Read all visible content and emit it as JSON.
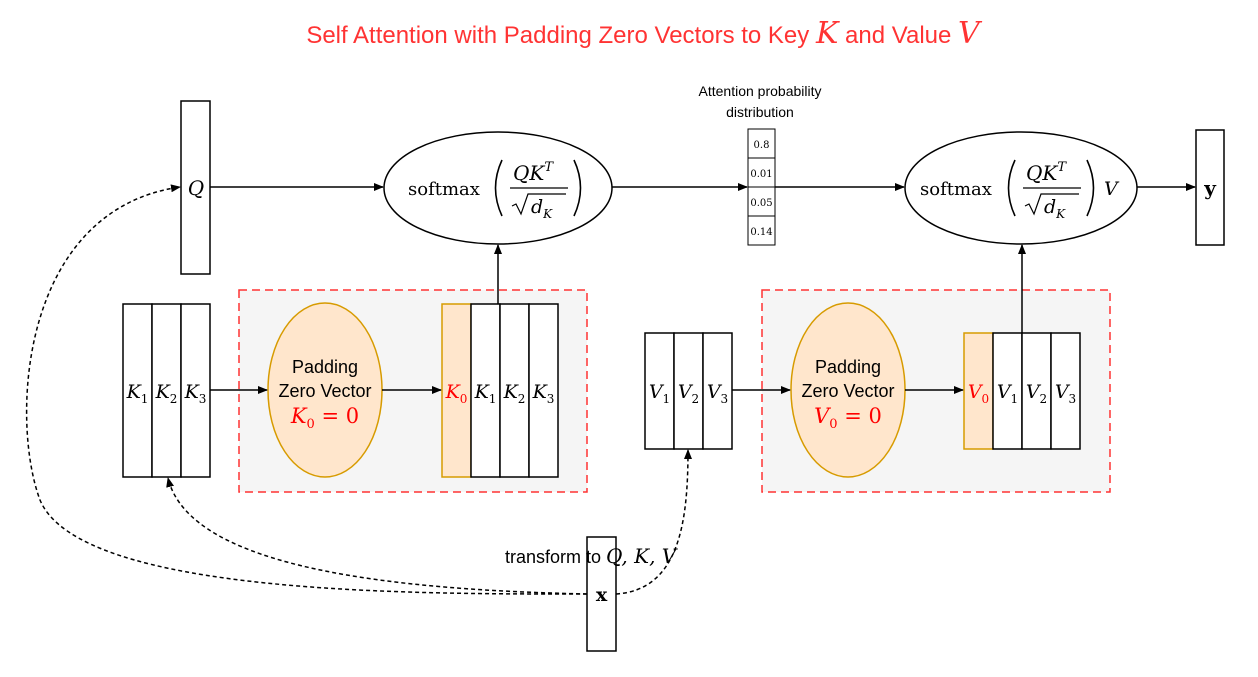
{
  "title": {
    "prefix": "Self Attention with Padding Zero Vectors to Key ",
    "key_symbol": "K",
    "middle": " and Value ",
    "value_symbol": "V",
    "color": "#ff3333"
  },
  "query": {
    "symbol": "Q"
  },
  "output": {
    "symbol": "y"
  },
  "input": {
    "symbol": "x",
    "transform_prefix": "transform to ",
    "transform_symbols": "Q, K, V"
  },
  "keys": {
    "base": "K",
    "cells": [
      "1",
      "2",
      "3"
    ],
    "padded_cells": [
      "0",
      "1",
      "2",
      "3"
    ]
  },
  "values": {
    "base": "V",
    "cells": [
      "1",
      "2",
      "3"
    ],
    "padded_cells": [
      "0",
      "1",
      "2",
      "3"
    ]
  },
  "padding_key": {
    "line1": "Padding",
    "line2": "Zero Vector",
    "eq_sym": "K",
    "eq_sub": "0",
    "eq_rest": " = 0"
  },
  "padding_value": {
    "line1": "Padding",
    "line2": "Zero Vector",
    "eq_sym": "V",
    "eq_sub": "0",
    "eq_rest": " = 0"
  },
  "softmax1": {
    "func": "softmax",
    "num": "QK",
    "sup": "T",
    "den_sym": "d",
    "den_sub": "K"
  },
  "softmax2": {
    "func": "softmax",
    "num": "QK",
    "sup": "T",
    "den_sym": "d",
    "den_sub": "K",
    "times": "V"
  },
  "attention": {
    "label_line1": "Attention probability",
    "label_line2": "distribution",
    "values": [
      "0.8",
      "0.01",
      "0.05",
      "0.14"
    ]
  },
  "colors": {
    "highlight_fill": "#ffe6cc",
    "highlight_stroke": "#d79b00",
    "dashed_box": "#ff3333",
    "dashed_box_fill": "#f5f5f5",
    "zero_text": "#ff0000"
  }
}
